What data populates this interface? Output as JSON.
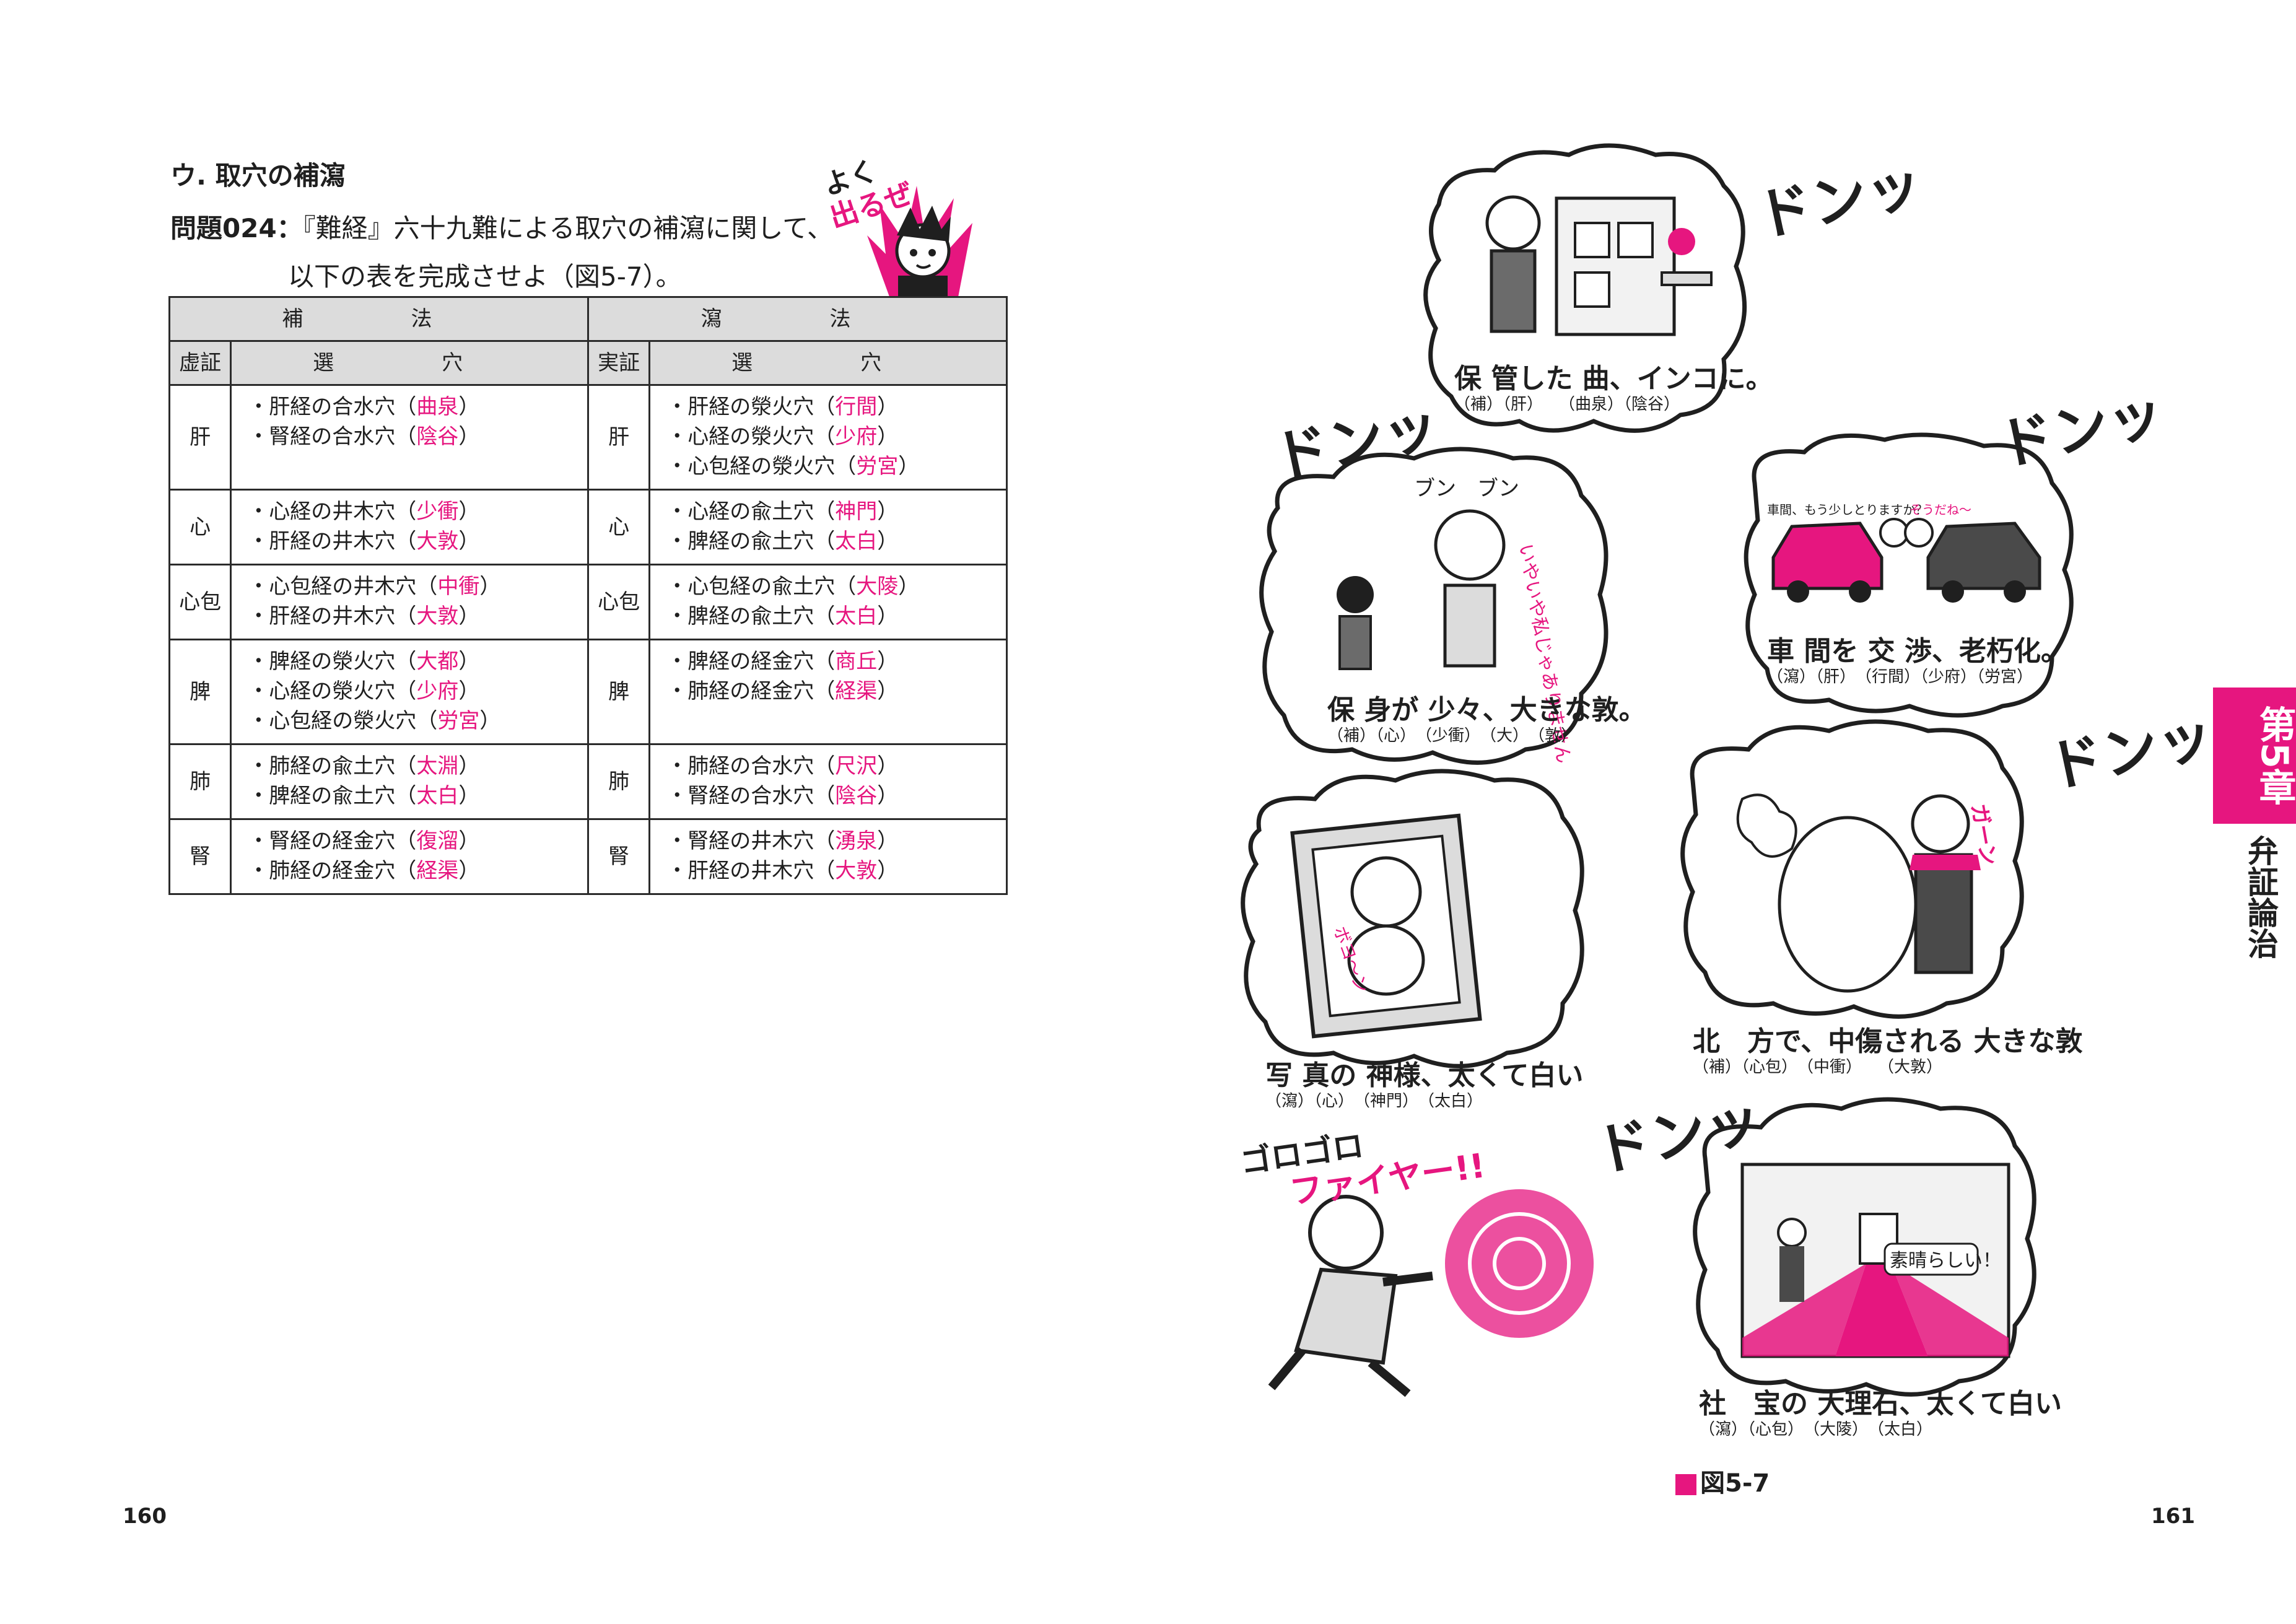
{
  "left_page": {
    "heading": "ウ. 取穴の補瀉",
    "question_label": "問題024：",
    "question_line1": "『難経』六十九難による取穴の補瀉に関して、",
    "question_line2": "以下の表を完成させよ（図5-7）。",
    "mascot_text": "よく出るぜ",
    "table": {
      "header_tonify": "補　法",
      "header_sedate": "瀉　法",
      "sub_deficiency": "虚証",
      "sub_excess": "実証",
      "sub_points": "選　穴",
      "rows": [
        {
          "organ_l": "肝",
          "tonify": [
            {
              "t": "・肝経の合水穴（",
              "p": "曲泉",
              "e": "）"
            },
            {
              "t": "・腎経の合水穴（",
              "p": "陰谷",
              "e": "）"
            }
          ],
          "organ_r": "肝",
          "sedate": [
            {
              "t": "・肝経の滎火穴（",
              "p": "行間",
              "e": "）"
            },
            {
              "t": "・心経の滎火穴（",
              "p": "少府",
              "e": "）"
            },
            {
              "t": "・心包経の滎火穴（",
              "p": "労宮",
              "e": "）"
            }
          ]
        },
        {
          "organ_l": "心",
          "tonify": [
            {
              "t": "・心経の井木穴（",
              "p": "少衝",
              "e": "）"
            },
            {
              "t": "・肝経の井木穴（",
              "p": "大敦",
              "e": "）"
            }
          ],
          "organ_r": "心",
          "sedate": [
            {
              "t": "・心経の兪土穴（",
              "p": "神門",
              "e": "）"
            },
            {
              "t": "・脾経の兪土穴（",
              "p": "太白",
              "e": "）"
            }
          ]
        },
        {
          "organ_l": "心包",
          "tonify": [
            {
              "t": "・心包経の井木穴（",
              "p": "中衝",
              "e": "）"
            },
            {
              "t": "・肝経の井木穴（",
              "p": "大敦",
              "e": "）"
            }
          ],
          "organ_r": "心包",
          "sedate": [
            {
              "t": "・心包経の兪土穴（",
              "p": "大陵",
              "e": "）"
            },
            {
              "t": "・脾経の兪土穴（",
              "p": "太白",
              "e": "）"
            }
          ]
        },
        {
          "organ_l": "脾",
          "tonify": [
            {
              "t": "・脾経の滎火穴（",
              "p": "大都",
              "e": "）"
            },
            {
              "t": "・心経の滎火穴（",
              "p": "少府",
              "e": "）"
            },
            {
              "t": "・心包経の滎火穴（",
              "p": "労宮",
              "e": "）"
            }
          ],
          "organ_r": "脾",
          "sedate": [
            {
              "t": "・脾経の経金穴（",
              "p": "商丘",
              "e": "）"
            },
            {
              "t": "・肺経の経金穴（",
              "p": "経渠",
              "e": "）"
            }
          ]
        },
        {
          "organ_l": "肺",
          "tonify": [
            {
              "t": "・肺経の兪土穴（",
              "p": "太淵",
              "e": "）"
            },
            {
              "t": "・脾経の兪土穴（",
              "p": "太白",
              "e": "）"
            }
          ],
          "organ_r": "肺",
          "sedate": [
            {
              "t": "・肺経の合水穴（",
              "p": "尺沢",
              "e": "）"
            },
            {
              "t": "・腎経の合水穴（",
              "p": "陰谷",
              "e": "）"
            }
          ]
        },
        {
          "organ_l": "腎",
          "tonify": [
            {
              "t": "・腎経の経金穴（",
              "p": "復溜",
              "e": "）"
            },
            {
              "t": "・肺経の経金穴（",
              "p": "経渠",
              "e": "）"
            }
          ],
          "organ_r": "腎",
          "sedate": [
            {
              "t": "・腎経の井木穴（",
              "p": "湧泉",
              "e": "）"
            },
            {
              "t": "・肝経の井木穴（",
              "p": "大敦",
              "e": "）"
            }
          ]
        }
      ]
    },
    "page_number": "160"
  },
  "right_page": {
    "sfx": "ドンッ",
    "panels": {
      "p1": {
        "line": "保 管した 曲、インコに。",
        "sub": "（補）（肝）　　（曲泉）（陰谷）"
      },
      "p2": {
        "line": "保 身が 少々、大きな敦。",
        "sub": "（補）（心）　（少衝）　（大）　（敦）",
        "bubble_a": "ブン　ブン",
        "bubble_b": "いやいや私じゃありません"
      },
      "p3": {
        "line": "車 間を 交 渉、老朽化。",
        "sub": "（瀉）（肝）　（行間）（少府）（労宮）",
        "bubble_a": "車間、もう少しとりますか？",
        "bubble_b": "そうだね〜"
      },
      "p4": {
        "line": "写 真の 神様、太くて白い",
        "sub": "（瀉）（心）　（神門）　（太白）",
        "bubble": "ボヨ〜ン"
      },
      "p5": {
        "line": "北　方で、中傷される 大きな敦",
        "sub": "（補）（心包）　（中衝）　　（大敦）",
        "bubble": "ガーン"
      },
      "p6": {
        "line": "社　宝の 大理石、太くて白い",
        "sub": "（瀉）（心包）　（大陵）　（太白）",
        "bubble": "素晴らしい！"
      }
    },
    "fire_text_1": "ゴロゴロ",
    "fire_text_2": "ファイヤー!!",
    "chapter_label": "第5章",
    "chapter_title": "弁証論治",
    "figure_caption": "図5-7",
    "page_number": "161",
    "accent_color": "#e6167f"
  }
}
